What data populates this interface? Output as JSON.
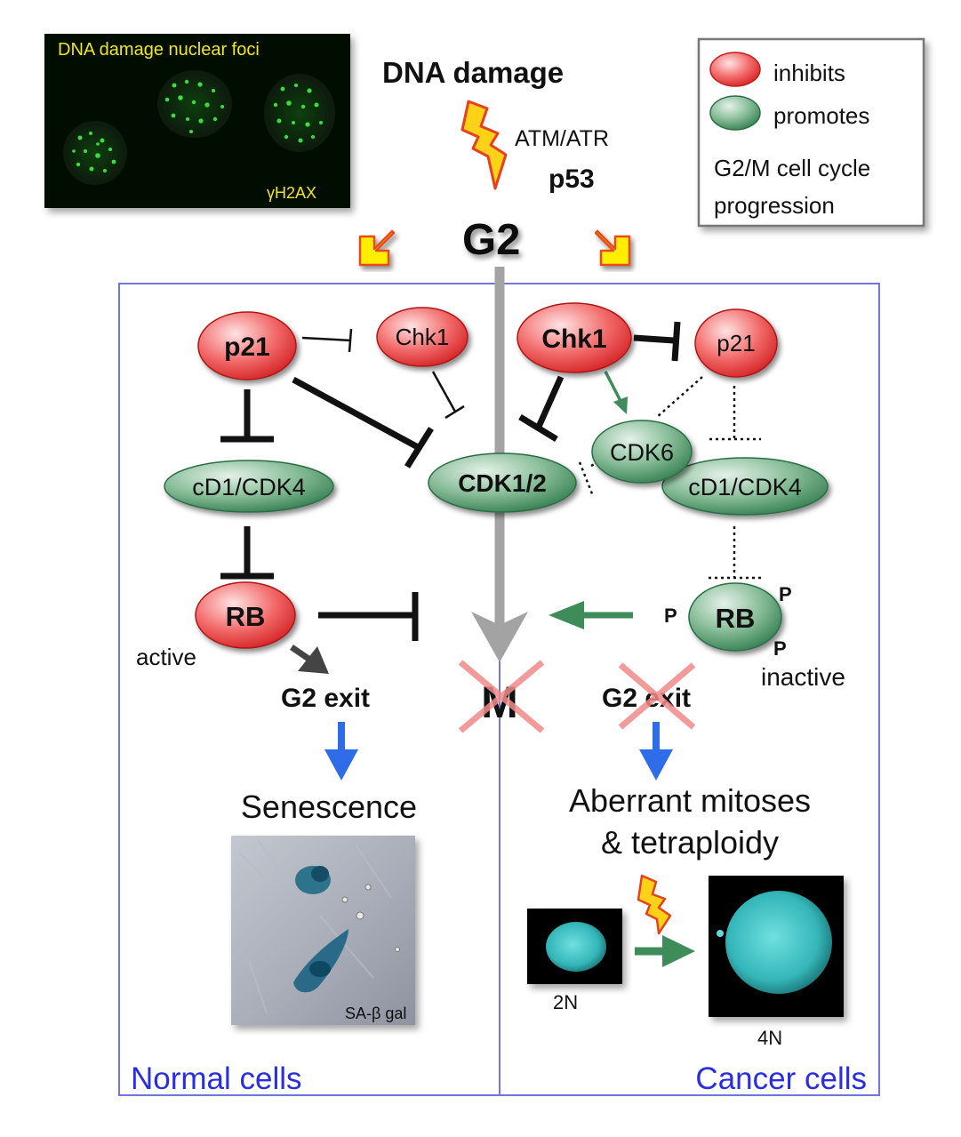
{
  "micrograph_top": {
    "caption": "DNA damage nuclear foci",
    "marker": "γH2AX"
  },
  "header": {
    "title": "DNA damage",
    "kinase": "ATM/ATR",
    "effector": "p53",
    "phase": "G2"
  },
  "legend": {
    "inhibits": "inhibits",
    "promotes": "promotes",
    "note_line1": "G2/M cell cycle",
    "note_line2": "progression"
  },
  "normal": {
    "p21": "p21",
    "chk1": "Chk1",
    "cd1_cdk4": "cD1/CDK4",
    "rb": "RB",
    "rb_state": "active",
    "exit": "G2 exit",
    "outcome": "Senescence",
    "stain_label": "SA-β gal",
    "panel_label": "Normal cells"
  },
  "center": {
    "cdk12": "CDK1/2",
    "mitosis": "M"
  },
  "cancer": {
    "chk1": "Chk1",
    "p21": "p21",
    "cdk6": "CDK6",
    "cd1_cdk4": "cD1/CDK4",
    "rb": "RB",
    "phospho": "P",
    "rb_state": "inactive",
    "exit": "G2 exit",
    "outcome_line1": "Aberrant mitoses",
    "outcome_line2": "& tetraploidy",
    "label_2n": "2N",
    "label_4n": "4N",
    "panel_label": "Cancer cells"
  },
  "colors": {
    "inhibit_red": "#e8393b",
    "promote_green": "#3f8c5b",
    "panel_border": "#6f76e0",
    "panel_label_blue": "#2a2ee0",
    "flow_gray": "#a0a0a0",
    "outcome_arrow_blue": "#2f6de8",
    "foci_green": "#33dd33",
    "nucleus_cyan": "#3bc8c8"
  }
}
